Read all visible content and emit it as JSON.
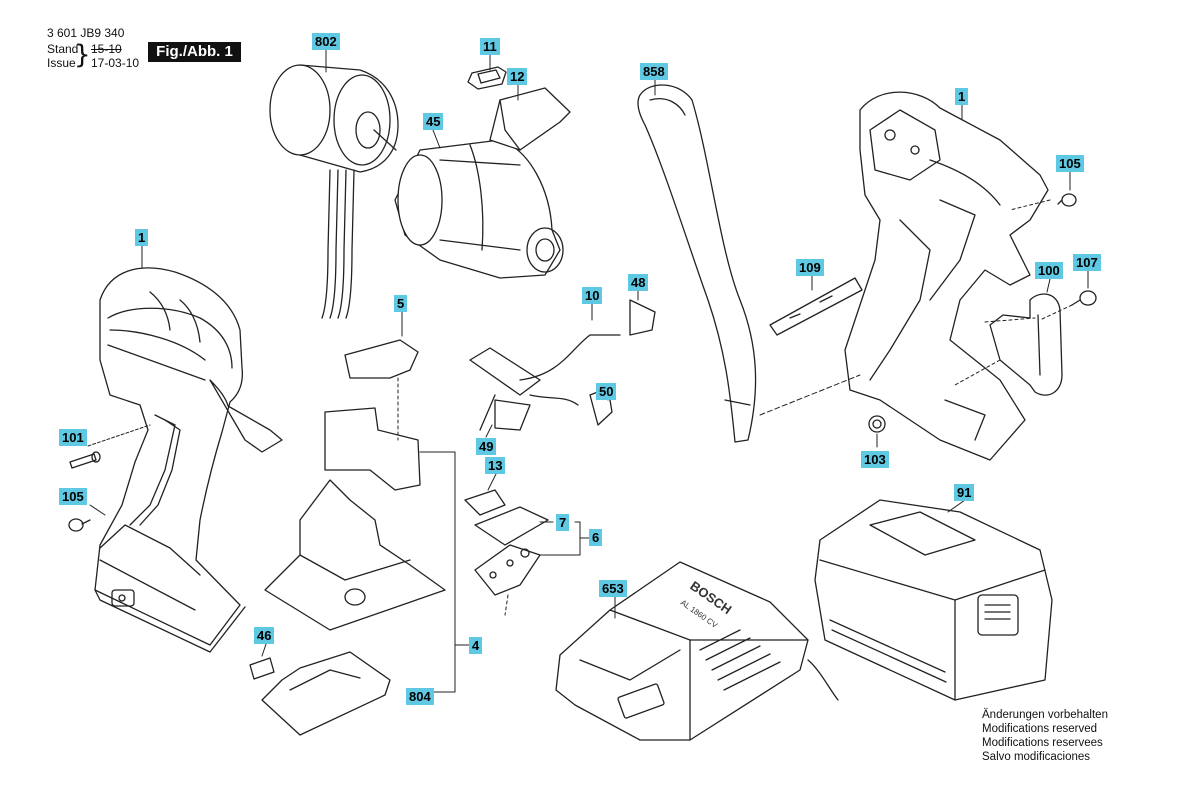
{
  "header": {
    "doc_number": "3 601 JB9 340",
    "stand_label": "Stand",
    "issue_label": "Issue",
    "stand_date": "15-10",
    "issue_date": "17-03-10",
    "figure_label": "Fig./Abb. 1"
  },
  "callouts": [
    {
      "id": "1",
      "name": "part-1-left"
    },
    {
      "id": "1",
      "name": "part-1-right"
    },
    {
      "id": "4",
      "name": "part-4"
    },
    {
      "id": "5",
      "name": "part-5"
    },
    {
      "id": "6",
      "name": "part-6"
    },
    {
      "id": "7",
      "name": "part-7"
    },
    {
      "id": "10",
      "name": "part-10"
    },
    {
      "id": "11",
      "name": "part-11"
    },
    {
      "id": "12",
      "name": "part-12"
    },
    {
      "id": "13",
      "name": "part-13"
    },
    {
      "id": "45",
      "name": "part-45"
    },
    {
      "id": "46",
      "name": "part-46"
    },
    {
      "id": "48",
      "name": "part-48"
    },
    {
      "id": "49",
      "name": "part-49"
    },
    {
      "id": "50",
      "name": "part-50"
    },
    {
      "id": "91",
      "name": "part-91"
    },
    {
      "id": "100",
      "name": "part-100"
    },
    {
      "id": "101",
      "name": "part-101"
    },
    {
      "id": "103",
      "name": "part-103"
    },
    {
      "id": "105",
      "name": "part-105-left"
    },
    {
      "id": "105",
      "name": "part-105-right"
    },
    {
      "id": "107",
      "name": "part-107"
    },
    {
      "id": "109",
      "name": "part-109"
    },
    {
      "id": "653",
      "name": "part-653"
    },
    {
      "id": "802",
      "name": "part-802"
    },
    {
      "id": "804",
      "name": "part-804"
    },
    {
      "id": "858",
      "name": "part-858"
    }
  ],
  "charger_label": "BOSCH",
  "charger_model": "AL 1860 CV",
  "footer": {
    "line1": "Änderungen vorbehalten",
    "line2": "Modifications reserved",
    "line3": "Modifications reservees",
    "line4": "Salvo modificaciones"
  }
}
